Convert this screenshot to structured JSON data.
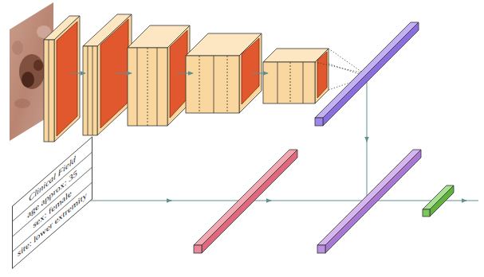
{
  "diagram": {
    "nodes": [
      {
        "text": [
          "Clinical Field",
          "age approx: 35",
          "sex: female",
          "site: lower extremity"
        ]
      }
    ]
  }
}
